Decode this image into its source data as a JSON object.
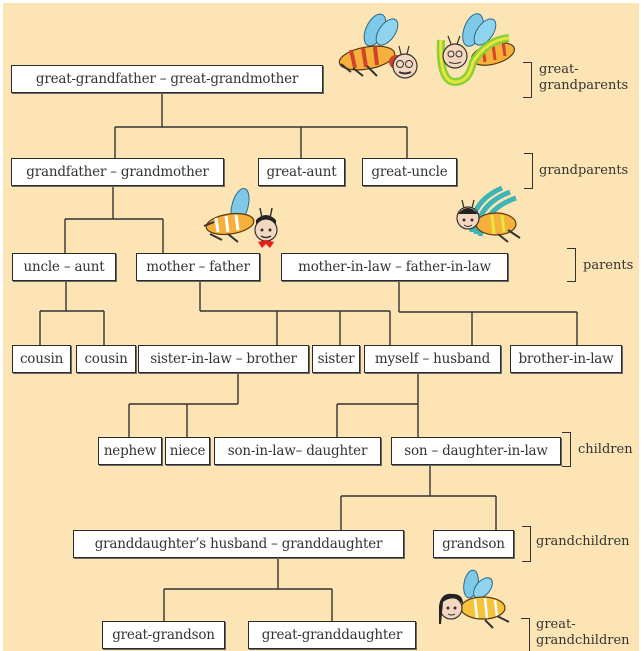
{
  "diagram": {
    "type": "family-tree",
    "nodes": {
      "great_grandparents": "great-grandfather  –  great-grandmother",
      "grandparents": "grandfather – grandmother",
      "great_aunt": "great-aunt",
      "great_uncle": "great-uncle",
      "uncle_aunt": "uncle – aunt",
      "mother_father": "mother – father",
      "in_laws": "mother-in-law – father-in-law",
      "cousin_1": "cousin",
      "cousin_2": "cousin",
      "sister_in_law_brother": "sister-in-law – brother",
      "sister": "sister",
      "myself_husband": "myself – husband",
      "brother_in_law": "brother-in-law",
      "nephew": "nephew",
      "niece": "niece",
      "son_in_law_daughter": "son-in-law– daughter",
      "son_daughter_in_law": "son – daughter-in-law",
      "granddaughter_couple": "granddaughter’s husband – granddaughter",
      "grandson": "grandson",
      "great_grandson": "great-grandson",
      "great_granddaughter": "great-granddaughter"
    },
    "edges": [
      [
        "great_grandparents",
        "grandparents"
      ],
      [
        "great_grandparents",
        "great_aunt"
      ],
      [
        "great_grandparents",
        "great_uncle"
      ],
      [
        "grandparents",
        "uncle_aunt"
      ],
      [
        "grandparents",
        "mother_father"
      ],
      [
        "uncle_aunt",
        "cousin_1"
      ],
      [
        "uncle_aunt",
        "cousin_2"
      ],
      [
        "mother_father",
        "sister_in_law_brother"
      ],
      [
        "mother_father",
        "sister"
      ],
      [
        "mother_father",
        "myself_husband"
      ],
      [
        "in_laws",
        "myself_husband"
      ],
      [
        "in_laws",
        "brother_in_law"
      ],
      [
        "sister_in_law_brother",
        "nephew"
      ],
      [
        "sister_in_law_brother",
        "niece"
      ],
      [
        "myself_husband",
        "son_in_law_daughter"
      ],
      [
        "myself_husband",
        "son_daughter_in_law"
      ],
      [
        "son_daughter_in_law",
        "granddaughter_couple"
      ],
      [
        "son_daughter_in_law",
        "grandson"
      ],
      [
        "granddaughter_couple",
        "great_grandson"
      ],
      [
        "granddaughter_couple",
        "great_granddaughter"
      ]
    ],
    "generation_labels": {
      "great_grandparents": [
        "great-",
        "grandparents"
      ],
      "grandparents": "grandparents",
      "parents": "parents",
      "children": "children",
      "grandchildren": "grandchildren",
      "great_grandchildren": [
        "great-",
        "grandchildren"
      ]
    },
    "illustrations": [
      "bee-grandfather-icon",
      "bee-grandmother-icon",
      "bee-father-icon",
      "bee-mother-icon",
      "bee-child-icon"
    ]
  }
}
